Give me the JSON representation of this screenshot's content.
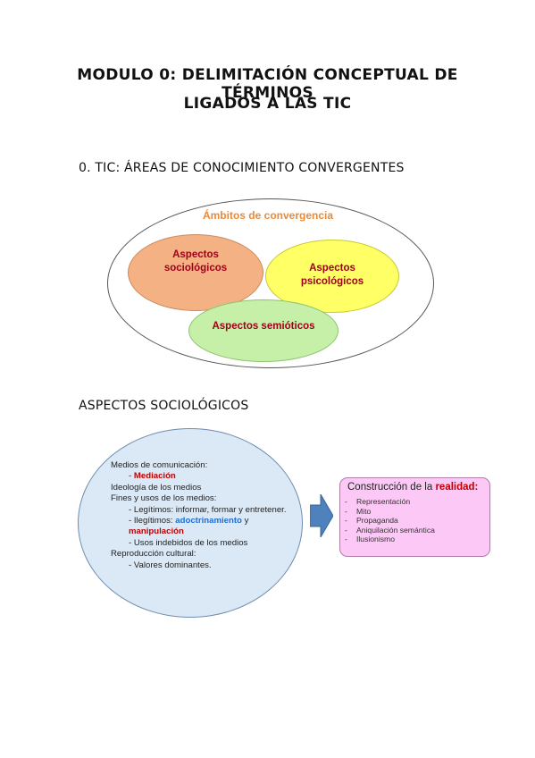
{
  "titles": {
    "line1": "MODULO 0: DELIMITACIÓN CONCEPTUAL DE TÉRMINOS",
    "line2": "LIGADOS A LAS TIC"
  },
  "sections": {
    "tic": "0. TIC: ÁREAS DE CONOCIMIENTO CONVERGENTES",
    "sociologicos": "ASPECTOS SOCIOLÓGICOS"
  },
  "venn": {
    "outer_label": "Ámbitos de convergencia",
    "socio_1": "Aspectos",
    "socio_2": "sociológicos",
    "psico_1": "Aspectos",
    "psico_2": "psicológicos",
    "semio": "Aspectos semióticos"
  },
  "sociologia": {
    "medios": "Medios de comunicación:",
    "mediacion": "Mediación",
    "ideologia": "Ideología de los medios",
    "fines": "Fines y usos de los medios:",
    "legitimos": "Legítimos: informar, formar y entretener.",
    "ilegitimos_prefix": "Ilegítimos: ",
    "adoctrinamiento": "adoctrinamiento",
    "ilegitimos_y": " y",
    "manipulacion": "manipulación",
    "indebidos": "Usos indebidos de los medios",
    "reproduccion": "Reproducción cultural:",
    "valores": "Valores dominantes."
  },
  "realidad": {
    "title_prefix": "Construcción de la ",
    "title_highlight": "realidad:",
    "items": [
      "Representación",
      "Mito",
      "Propaganda",
      "Aniquilación semántica",
      "Ilusionismo"
    ]
  },
  "colors": {
    "outer_label": "#e88a3a",
    "socio_fill": "#f4b183",
    "psico_fill": "#ffff66",
    "semio_fill": "#c6f0a8",
    "label_red": "#a0001b",
    "blob_fill": "#dbe8f5",
    "arrow": "#4f81bd",
    "box_fill": "#fcc8f6"
  }
}
